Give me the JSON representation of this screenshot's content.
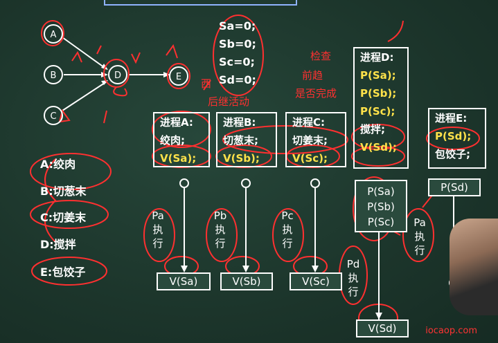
{
  "graph": {
    "nodes": [
      {
        "id": "A",
        "label": "A"
      },
      {
        "id": "B",
        "label": "B"
      },
      {
        "id": "C",
        "label": "C"
      },
      {
        "id": "D",
        "label": "D"
      },
      {
        "id": "E",
        "label": "E"
      }
    ]
  },
  "semaphores": [
    "Sa=0;",
    "Sb=0;",
    "Sc=0;",
    "Sd=0;"
  ],
  "handwritten": {
    "check": "检查",
    "front": "前趋",
    "done": "是否完成",
    "follow": "后继活动",
    "to": "西"
  },
  "processes": {
    "A": {
      "title": "进程A:",
      "task": "绞肉;",
      "op": "V(Sa);"
    },
    "B": {
      "title": "进程B:",
      "task": "切葱末;",
      "op": "V(Sb);"
    },
    "C": {
      "title": "进程C:",
      "task": "切姜末;",
      "op": "V(Sc);"
    },
    "D": {
      "title": "进程D:",
      "p1": "P(Sa);",
      "p2": "P(Sb);",
      "p3": "P(Sc);",
      "task": "搅拌;",
      "op": "V(Sd);"
    },
    "E": {
      "title": "进程E:",
      "p1": "P(Sd);",
      "task": "包饺子;"
    }
  },
  "legend": [
    "A:绞肉",
    "B:切葱末",
    "C:切姜末",
    "D:搅拌",
    "E:包饺子"
  ],
  "flow": {
    "a": {
      "exec": [
        "Pa",
        "执",
        "行"
      ],
      "v": "V(Sa)"
    },
    "b": {
      "exec": [
        "Pb",
        "执",
        "行"
      ],
      "v": "V(Sb)"
    },
    "c": {
      "exec": [
        "Pc",
        "执",
        "行"
      ],
      "v": "V(Sc)"
    },
    "d": {
      "p": [
        "P(Sa)",
        "P(Sb)",
        "P(Sc)"
      ],
      "exec": [
        "Pd",
        "执",
        "行"
      ],
      "v": "V(Sd)"
    },
    "e": {
      "p": "P(Sd)",
      "exec": [
        "Pa",
        "执",
        "行"
      ]
    }
  },
  "watermark": "iocaop.com",
  "colors": {
    "annotation": "#ff3030",
    "highlight": "#ffe24a",
    "board": "#1f3a30"
  }
}
